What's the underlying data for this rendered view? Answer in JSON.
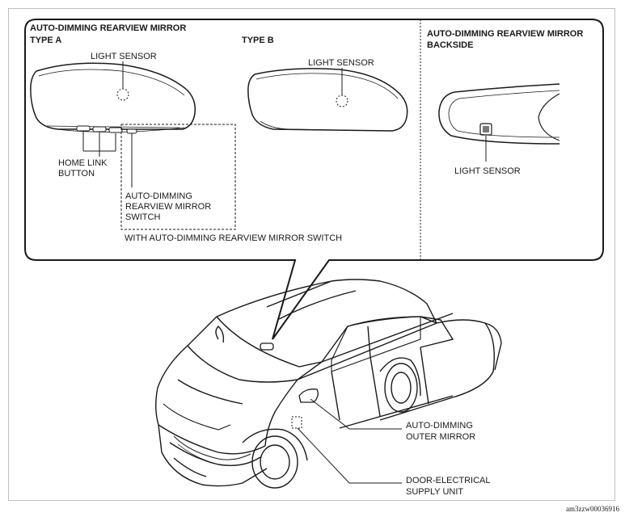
{
  "panel_left": {
    "title": "AUTO-DIMMING REARVIEW MIRROR",
    "type_a": "TYPE A",
    "type_b": "TYPE B",
    "light_sensor_a": "LIGHT SENSOR",
    "light_sensor_b": "LIGHT SENSOR",
    "home_link_line1": "HOME LINK",
    "home_link_line2": "BUTTON",
    "switch_line1": "AUTO-DIMMING",
    "switch_line2": "REARVIEW MIRROR",
    "switch_line3": "SWITCH",
    "with_switch_caption": "WITH AUTO-DIMMING REARVIEW MIRROR SWITCH"
  },
  "panel_right": {
    "title_line1": "AUTO-DIMMING  REARVIEW MIRROR",
    "title_line2": "BACKSIDE",
    "light_sensor": "LIGHT SENSOR"
  },
  "car_labels": {
    "outer_mirror_line1": "AUTO-DIMMING",
    "outer_mirror_line2": "OUTER MIRROR",
    "door_unit_line1": "DOOR-ELECTRICAL",
    "door_unit_line2": "SUPPLY UNIT"
  },
  "figure_code": "am3zzw00036916"
}
